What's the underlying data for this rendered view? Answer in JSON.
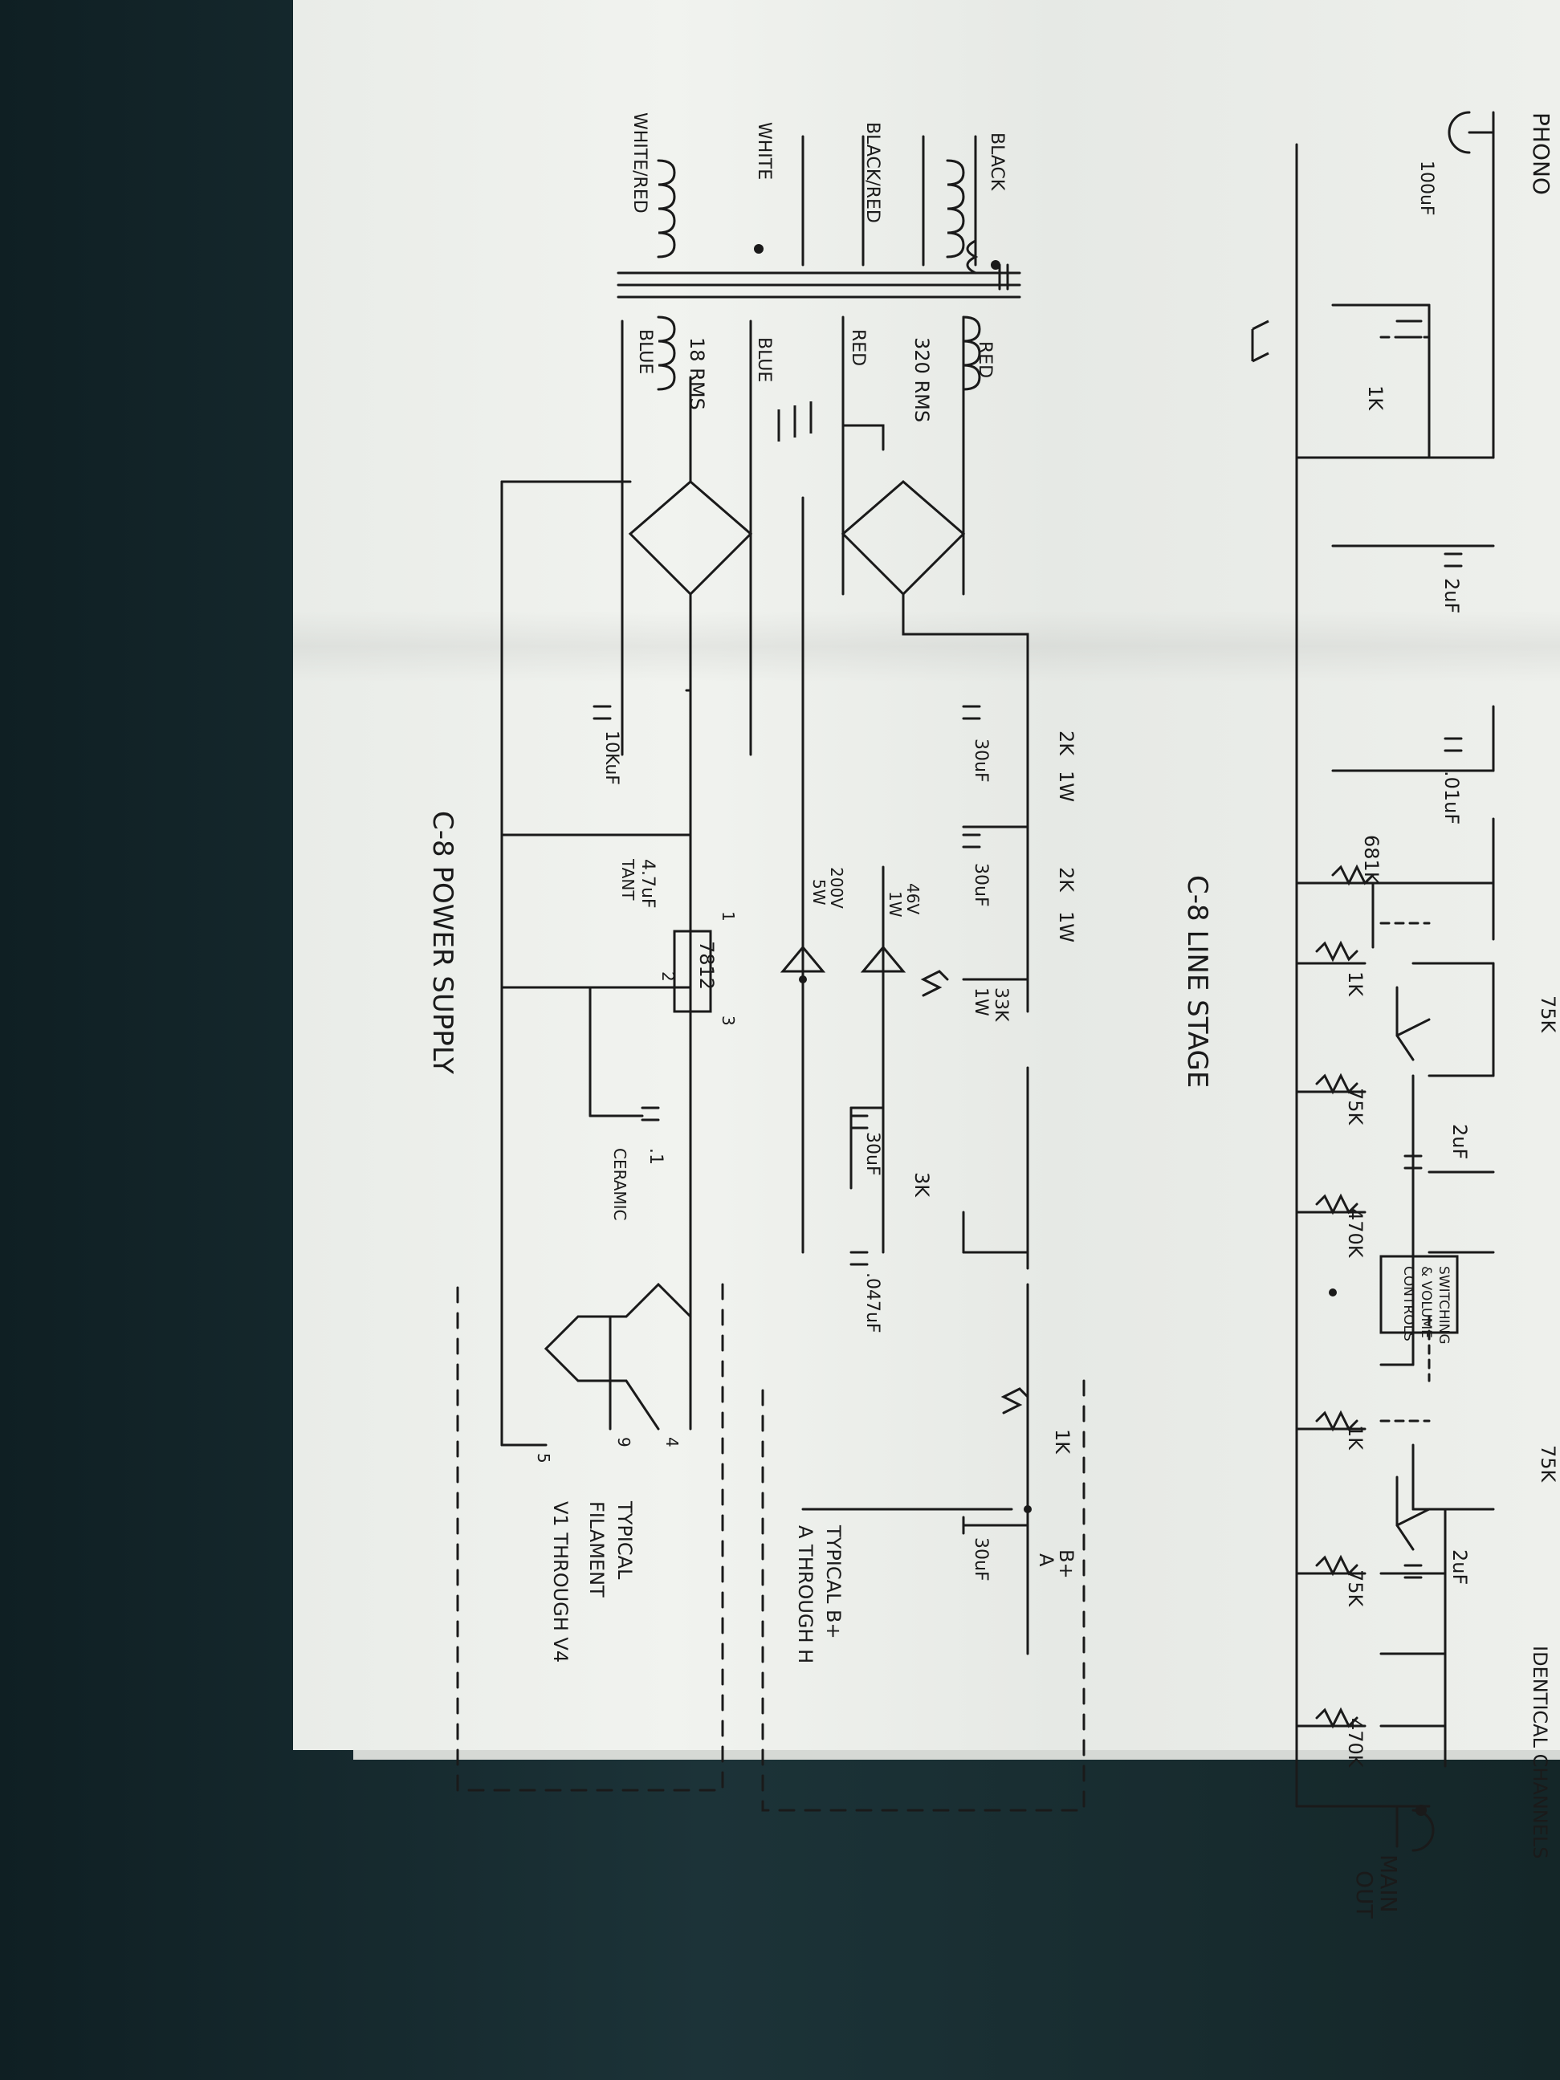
{
  "line_stage": {
    "title": "C-8 LINE STAGE",
    "phono_label": "PHONO",
    "identical_channels": "IDENTICAL CHANNELS",
    "main_out": [
      "MAIN",
      "OUT"
    ],
    "switching": [
      "SWITCHING",
      "& VOLUME",
      "CONTROLS"
    ],
    "top_cut_a": "75K",
    "top_cut_b": "75K",
    "components": {
      "c_100uf": "100uF",
      "r_1k_a": "1K",
      "c_2uf_a": "2uF",
      "c_01uf": ".01uF",
      "r_681k": "681K",
      "r_1k_b": "1K",
      "r_75k_a": "75K",
      "c_2uf_b": "2uF",
      "r_470k_a": "470K",
      "r_1k_c": "1K",
      "r_75k_b": "75K",
      "c_2uf_c": "2uF",
      "r_470k_b": "470K"
    }
  },
  "power_supply": {
    "title": "C-8 POWER SUPPLY",
    "primary": [
      "BLACK",
      "BLACK/RED",
      "WHITE",
      "WHITE/RED"
    ],
    "secondary_hv": {
      "top": "RED",
      "bottom": "RED",
      "rating": "320 RMS"
    },
    "secondary_lv": {
      "top": "BLUE",
      "bottom": "BLUE",
      "rating": "18 RMS"
    },
    "components": {
      "r_2k_1": [
        "2K",
        "1W"
      ],
      "r_2k_2": [
        "2K",
        "1W"
      ],
      "c_30uf_1": "30uF",
      "c_30uf_2": "30uF",
      "r_33k": [
        "33K",
        "1W"
      ],
      "zener_46v": [
        "46V",
        "1W"
      ],
      "zener_200v": [
        "200V",
        "5W"
      ],
      "c_30uf_3": "30uF",
      "r_3k": "3K",
      "c_047uf": ".047uF",
      "r_1k_bplus": "1K",
      "c_30uf_bplus": "30uF",
      "c_10kuf": "10KuF",
      "c_47uf_tant": [
        "4.7uF",
        "TANT"
      ],
      "regulator": "7812",
      "reg_pins": [
        "1",
        "2",
        "3"
      ],
      "c_ceramic": [
        ".1",
        "CERAMIC"
      ],
      "filament_pins": [
        "4",
        "9",
        "5"
      ],
      "bplus_label": [
        "B+",
        "A"
      ]
    },
    "typical_bplus": [
      "TYPICAL B+",
      "A THROUGH H"
    ],
    "typical_filament": [
      "TYPICAL",
      "FILAMENT",
      "V1 THROUGH V4"
    ]
  }
}
